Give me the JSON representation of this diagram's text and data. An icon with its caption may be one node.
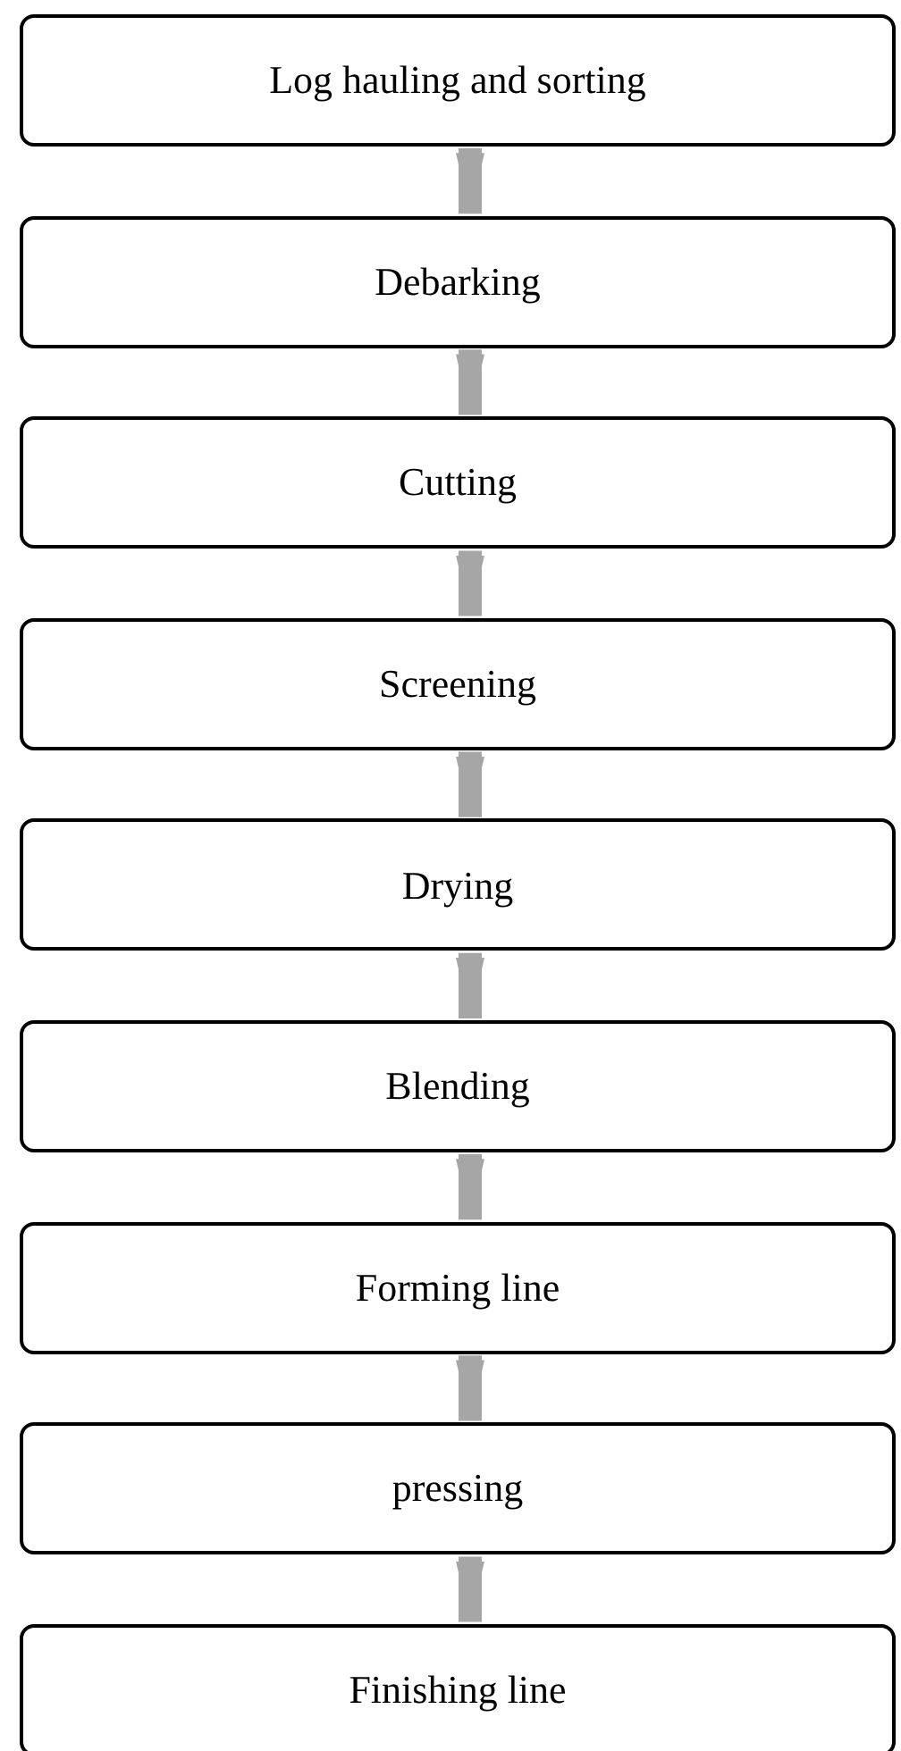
{
  "diagram": {
    "nodes": [
      {
        "text": [
          "Log hauling and sorting"
        ]
      },
      {
        "text": [
          "Debarking"
        ]
      },
      {
        "text": [
          "Cutting"
        ]
      },
      {
        "text": [
          "Screening"
        ]
      },
      {
        "text": [
          "Drying"
        ]
      },
      {
        "text": [
          "Blending"
        ]
      },
      {
        "text": [
          "Forming line"
        ]
      },
      {
        "text": [
          "pressing"
        ]
      },
      {
        "text": [
          "Finishing line"
        ]
      }
    ],
    "edges": [
      {
        "from": 0,
        "to": 1,
        "arrow": "to"
      },
      {
        "from": 1,
        "to": 2,
        "arrow": "to"
      },
      {
        "from": 2,
        "to": 3,
        "arrow": "to"
      },
      {
        "from": 3,
        "to": 4,
        "arrow": "to"
      },
      {
        "from": 4,
        "to": 5,
        "arrow": "to"
      },
      {
        "from": 5,
        "to": 6,
        "arrow": "to"
      },
      {
        "from": 6,
        "to": 7,
        "arrow": "to"
      },
      {
        "from": 7,
        "to": 8,
        "arrow": "to"
      }
    ]
  }
}
